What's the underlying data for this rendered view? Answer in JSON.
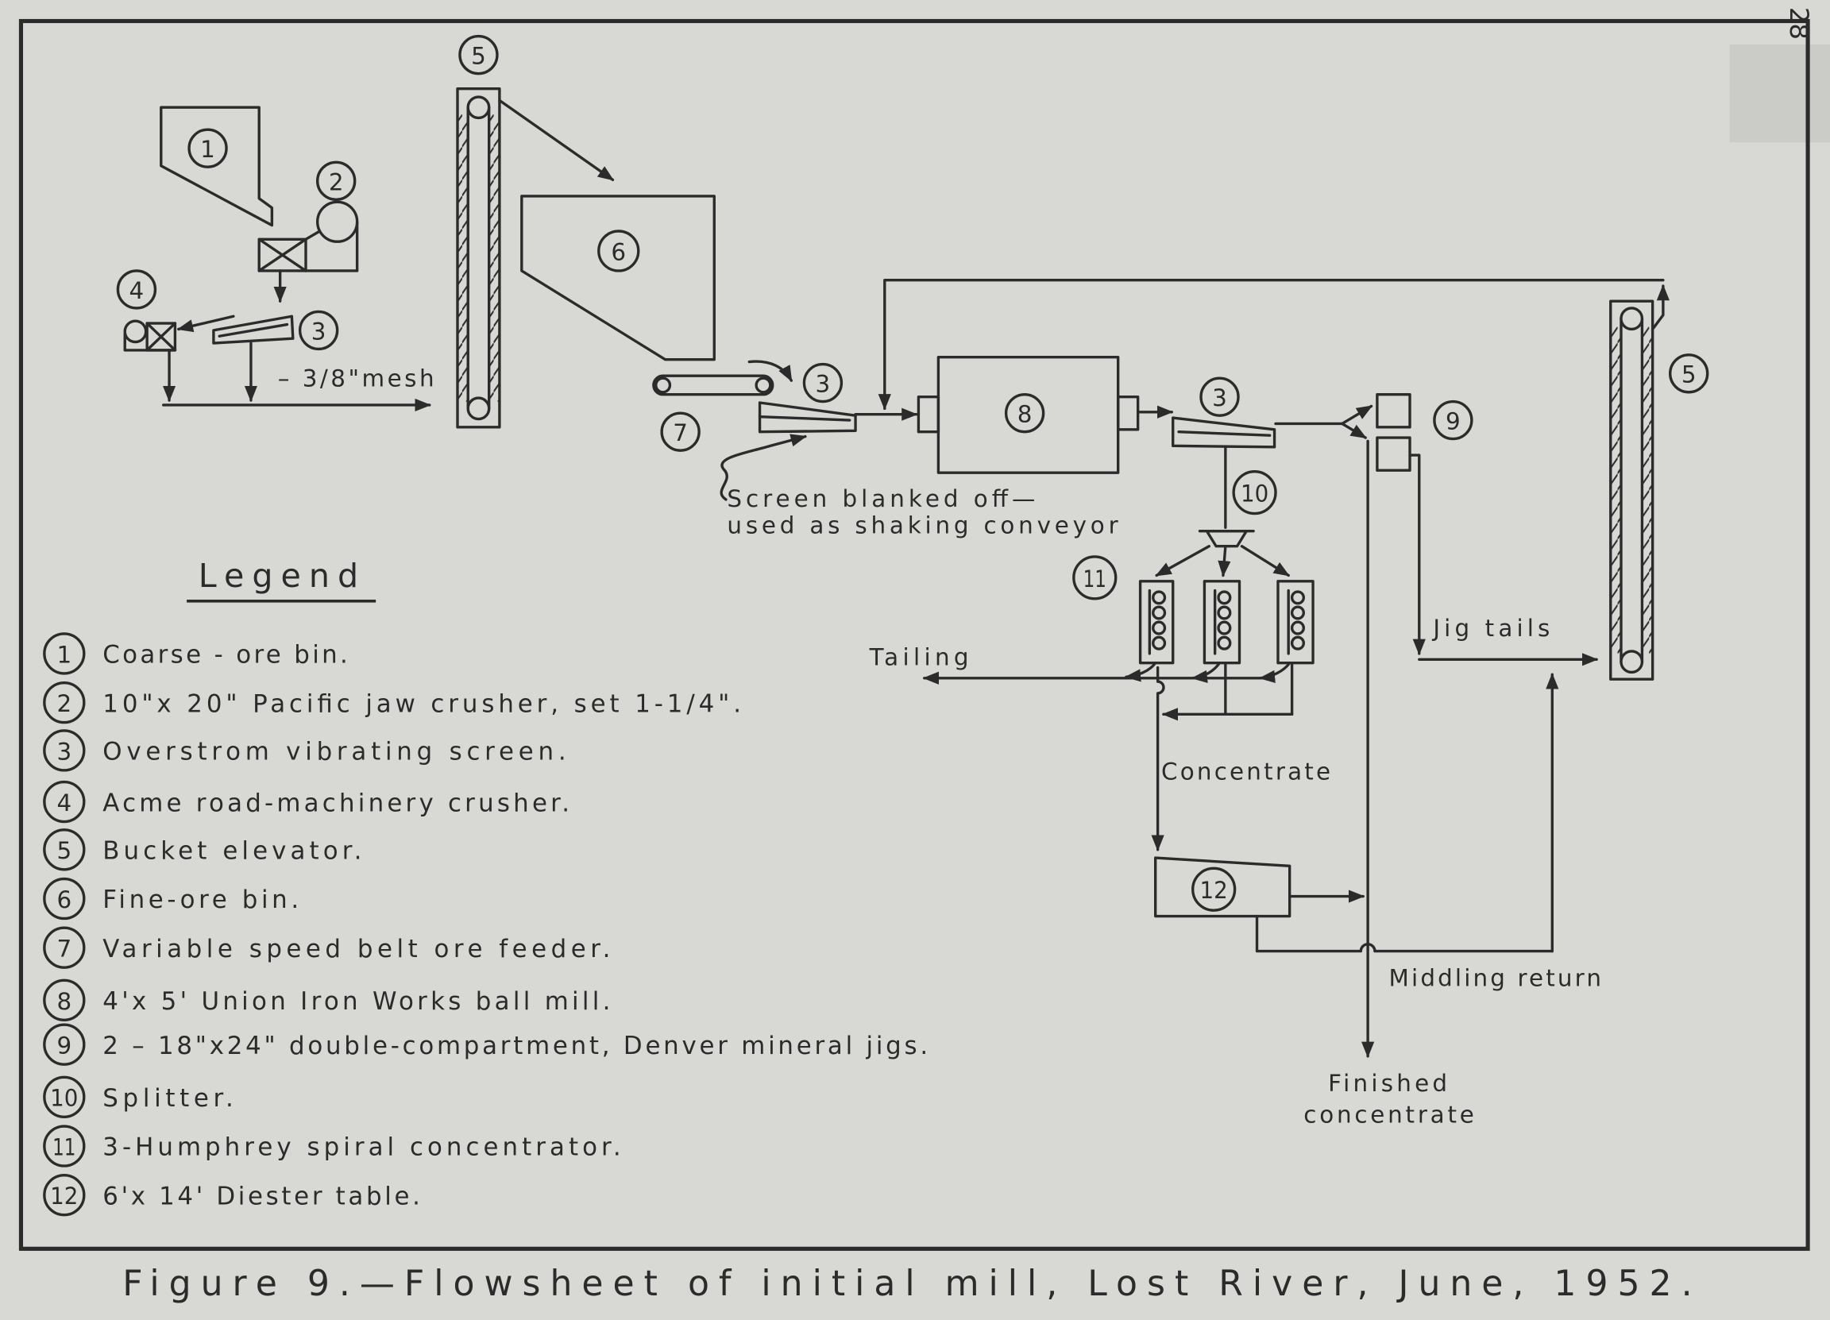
{
  "figure": {
    "caption": "Figure 9.—Flowsheet of initial mill, Lost River, June, 1952.",
    "page_number": "28"
  },
  "colors": {
    "paper": "#d8d9d4",
    "ink": "#2b2b2b"
  },
  "diagram": {
    "callouts": [
      "1",
      "2",
      "4",
      "3",
      "5",
      "6",
      "7",
      "3",
      "8",
      "3",
      "9",
      "5",
      "10",
      "11",
      "12"
    ],
    "notes": {
      "mesh": "– 3/8\"mesh",
      "screen_note_line1": "Screen blanked off—",
      "screen_note_line2": "used as shaking conveyor",
      "tailing": "Tailing",
      "jig_tails": "Jig tails",
      "concentrate": "Concentrate",
      "middling_return": "Middling return",
      "finished_line1": "Finished",
      "finished_line2": "concentrate"
    }
  },
  "legend": {
    "title": "Legend",
    "items": [
      {
        "number": "1",
        "text": "Coarse - ore bin."
      },
      {
        "number": "2",
        "text": "10\"x 20\" Pacific jaw crusher, set 1-1/4\"."
      },
      {
        "number": "3",
        "text": "Overstrom vibrating screen."
      },
      {
        "number": "4",
        "text": "Acme road-machinery crusher."
      },
      {
        "number": "5",
        "text": "Bucket elevator."
      },
      {
        "number": "6",
        "text": "Fine-ore bin."
      },
      {
        "number": "7",
        "text": "Variable speed belt ore feeder."
      },
      {
        "number": "8",
        "text": "4'x 5' Union Iron Works ball mill."
      },
      {
        "number": "9",
        "text": "2 – 18\"x24\" double-compartment, Denver mineral jigs."
      },
      {
        "number": "10",
        "text": "Splitter."
      },
      {
        "number": "11",
        "text": "3-Humphrey spiral concentrator."
      },
      {
        "number": "12",
        "text": "6'x 14' Diester table."
      }
    ]
  }
}
